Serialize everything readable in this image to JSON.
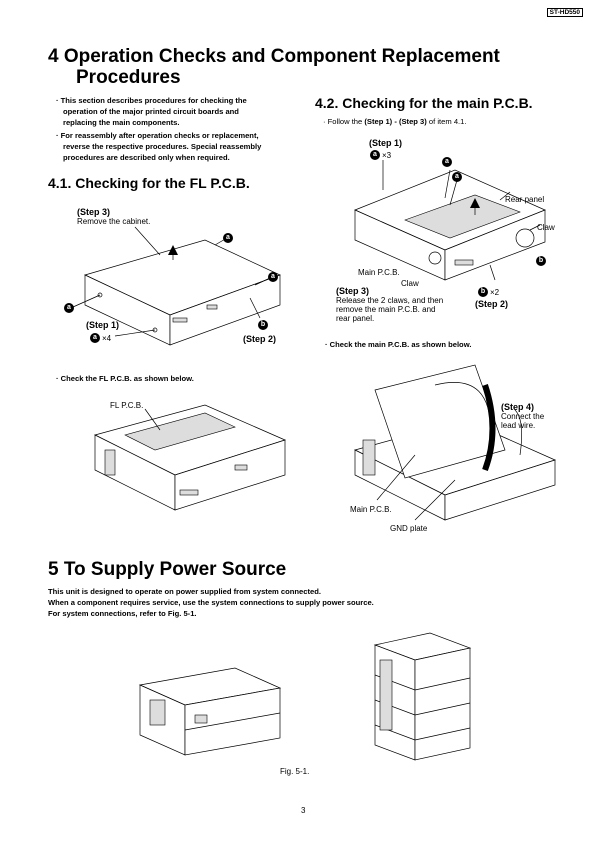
{
  "header": {
    "model": "ST-HD550"
  },
  "s4": {
    "title_l1": "4  Operation Checks and Component Replacement",
    "title_l2": "Procedures",
    "bullets": [
      [
        "· This section describes procedures for checking the",
        "operation of the major printed circuit boards and",
        "replacing the main components."
      ],
      [
        "· For reassembly after operation checks or replacement,",
        "reverse the respective procedures. Special reassembly",
        "procedures are described only when required."
      ]
    ]
  },
  "s41": {
    "title": "4.1.    Checking for the FL P.C.B.",
    "step3": "(Step 3)",
    "remove": "Remove the cabinet.",
    "step1": "(Step 1)",
    "x4": "×4",
    "step2": "(Step 2)",
    "a": "a",
    "b": "b",
    "check": "· Check the FL P.C.B. as shown below.",
    "fl_pcb": "FL P.C.B."
  },
  "s42": {
    "title": "4.2.    Checking for the main P.C.B.",
    "follow_pre": "· Follow the ",
    "follow_s1": "(Step 1) - (Step 3)",
    "follow_post": " of item 4.1.",
    "step1": "(Step 1)",
    "x3": "×3",
    "rear": "Rear panel",
    "claw1": "Claw",
    "main": "Main P.C.B.",
    "claw2": "Claw",
    "step3": "(Step 3)",
    "release": [
      "Release the 2 claws, and then",
      "remove the main P.C.B. and",
      "rear panel."
    ],
    "x2": "×2",
    "step2": "(Step 2)",
    "check": "· Check the main P.C.B. as shown below.",
    "step4": "(Step 4)",
    "connect": [
      "Connect the",
      "lead wire."
    ],
    "main2": "Main P.C.B.",
    "gnd": "GND plate"
  },
  "s5": {
    "title": "5  To Supply Power Source",
    "lines": [
      "This unit is designed to operate on power supplied from system connected.",
      "When a component requires service, use the system connections to supply power source.",
      "For system connections, refer to Fig. 5-1."
    ],
    "fig": "Fig. 5-1."
  },
  "footer": {
    "page": "3"
  }
}
